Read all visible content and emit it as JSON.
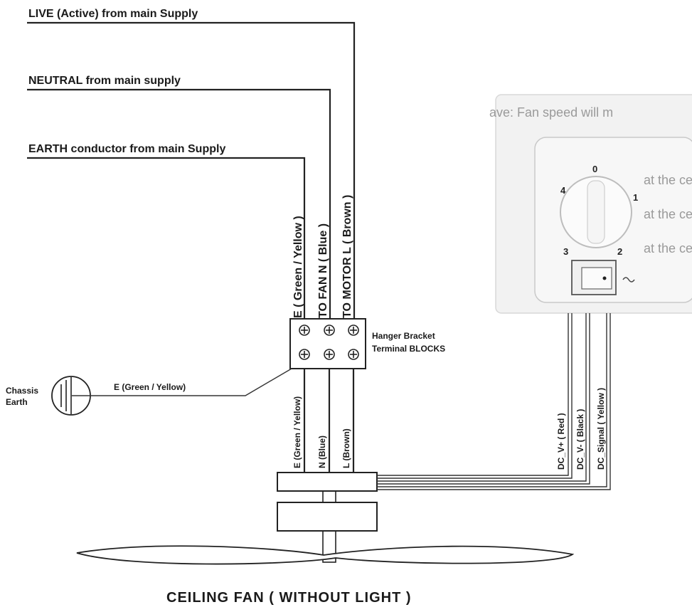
{
  "supply_labels": {
    "live": "LIVE (Active) from main Supply",
    "neutral": "NEUTRAL from main supply",
    "earth": "EARTH conductor from main Supply"
  },
  "upper_wire_labels": {
    "earth": "E ( Green / Yellow )",
    "neutral": "TO FAN N ( Blue )",
    "live": "TO MOTOR L ( Brown )"
  },
  "lower_wire_labels": {
    "earth": "E (Green / Yellow)",
    "neutral": "N (Blue)",
    "live": "L (Brown)"
  },
  "terminal_block": {
    "line1": "Hanger Bracket",
    "line2": "Terminal BLOCKS"
  },
  "chassis": {
    "line1": "Chassis",
    "line2": "Earth",
    "wire_label": "E (Green / Yellow)"
  },
  "controller": {
    "dial_numbers": [
      "0",
      "1",
      "2",
      "3",
      "4"
    ],
    "wires": [
      "DC_V+ ( Red )",
      "DC_V- ( Black )",
      "DC_Signal ( Yellow )"
    ],
    "background_text": [
      "ave: Fan speed will m",
      "at the ceiling fan wil",
      "at the ceiling fan wil",
      "at the ceiling fan wil"
    ]
  },
  "title": "CEILING  FAN  ( WITHOUT  LIGHT )",
  "colors": {
    "ink": "#222222",
    "panel": "#f2f2f2"
  }
}
